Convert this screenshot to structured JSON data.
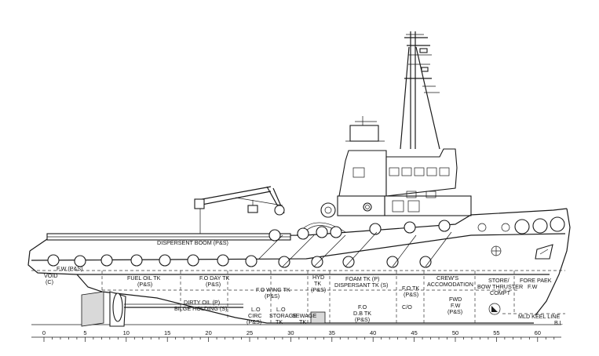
{
  "colors": {
    "ink": "#1a1a1a",
    "paper": "#ffffff",
    "shade": "#d9d9d9"
  },
  "labels": {
    "dispersent_boom": "DISPERSENT BOOM (P&S)",
    "fw": "F.W (P&S)",
    "void_1": "VOID",
    "void_2": "(C)",
    "fuel_oil_1": "FUEL OIL TK",
    "fuel_oil_2": "(P&S)",
    "fo_day_1": "F.O DAY TK",
    "fo_day_2": "(P&S)",
    "fo_wing_1": "F.O WING TK",
    "fo_wing_2": "(P&S)",
    "dirty_oil_1": "DIRTY OIL (P)",
    "dirty_oil_2": "BILGE HOLDING (S)",
    "lo_circ_1": "L.O",
    "lo_circ_2": "CIRC",
    "lo_circ_3": "(P&S)",
    "lo_storage_1": "L.O",
    "lo_storage_2": "STORAGE",
    "lo_storage_3": "TK",
    "sewage_1": "SEWAGE",
    "sewage_2": "TK",
    "hyd_1": "HYD",
    "hyd_2": "TK",
    "hyd_3": "(P&S)",
    "foam_1": "FOAM TK (P)",
    "foam_2": "DISPERSANT TK (S)",
    "fodb_1": "F.O",
    "fodb_2": "D.B TK",
    "fodb_3": "(P&S)",
    "fo_tk_1": "F.O TK",
    "fo_tk_2": "(P&S)",
    "co": "C/O",
    "crews_1": "CREW'S",
    "crews_2": "ACCOMODATION",
    "fwd_1": "FWD",
    "fwd_2": "F.W",
    "fwd_3": "(P&S)",
    "store_1": "STORE/",
    "store_2": "BOW THRUSTER",
    "store_3": "COMPT",
    "fore_peak_1": "FORE PAEK",
    "fore_peak_2": "F.W",
    "mld_keel": "MLD KEEL LINE",
    "bl": "B.L"
  },
  "frame_scale": [
    "0",
    "5",
    "10",
    "15",
    "20",
    "25",
    "30",
    "35",
    "40",
    "45",
    "50",
    "55",
    "60"
  ]
}
